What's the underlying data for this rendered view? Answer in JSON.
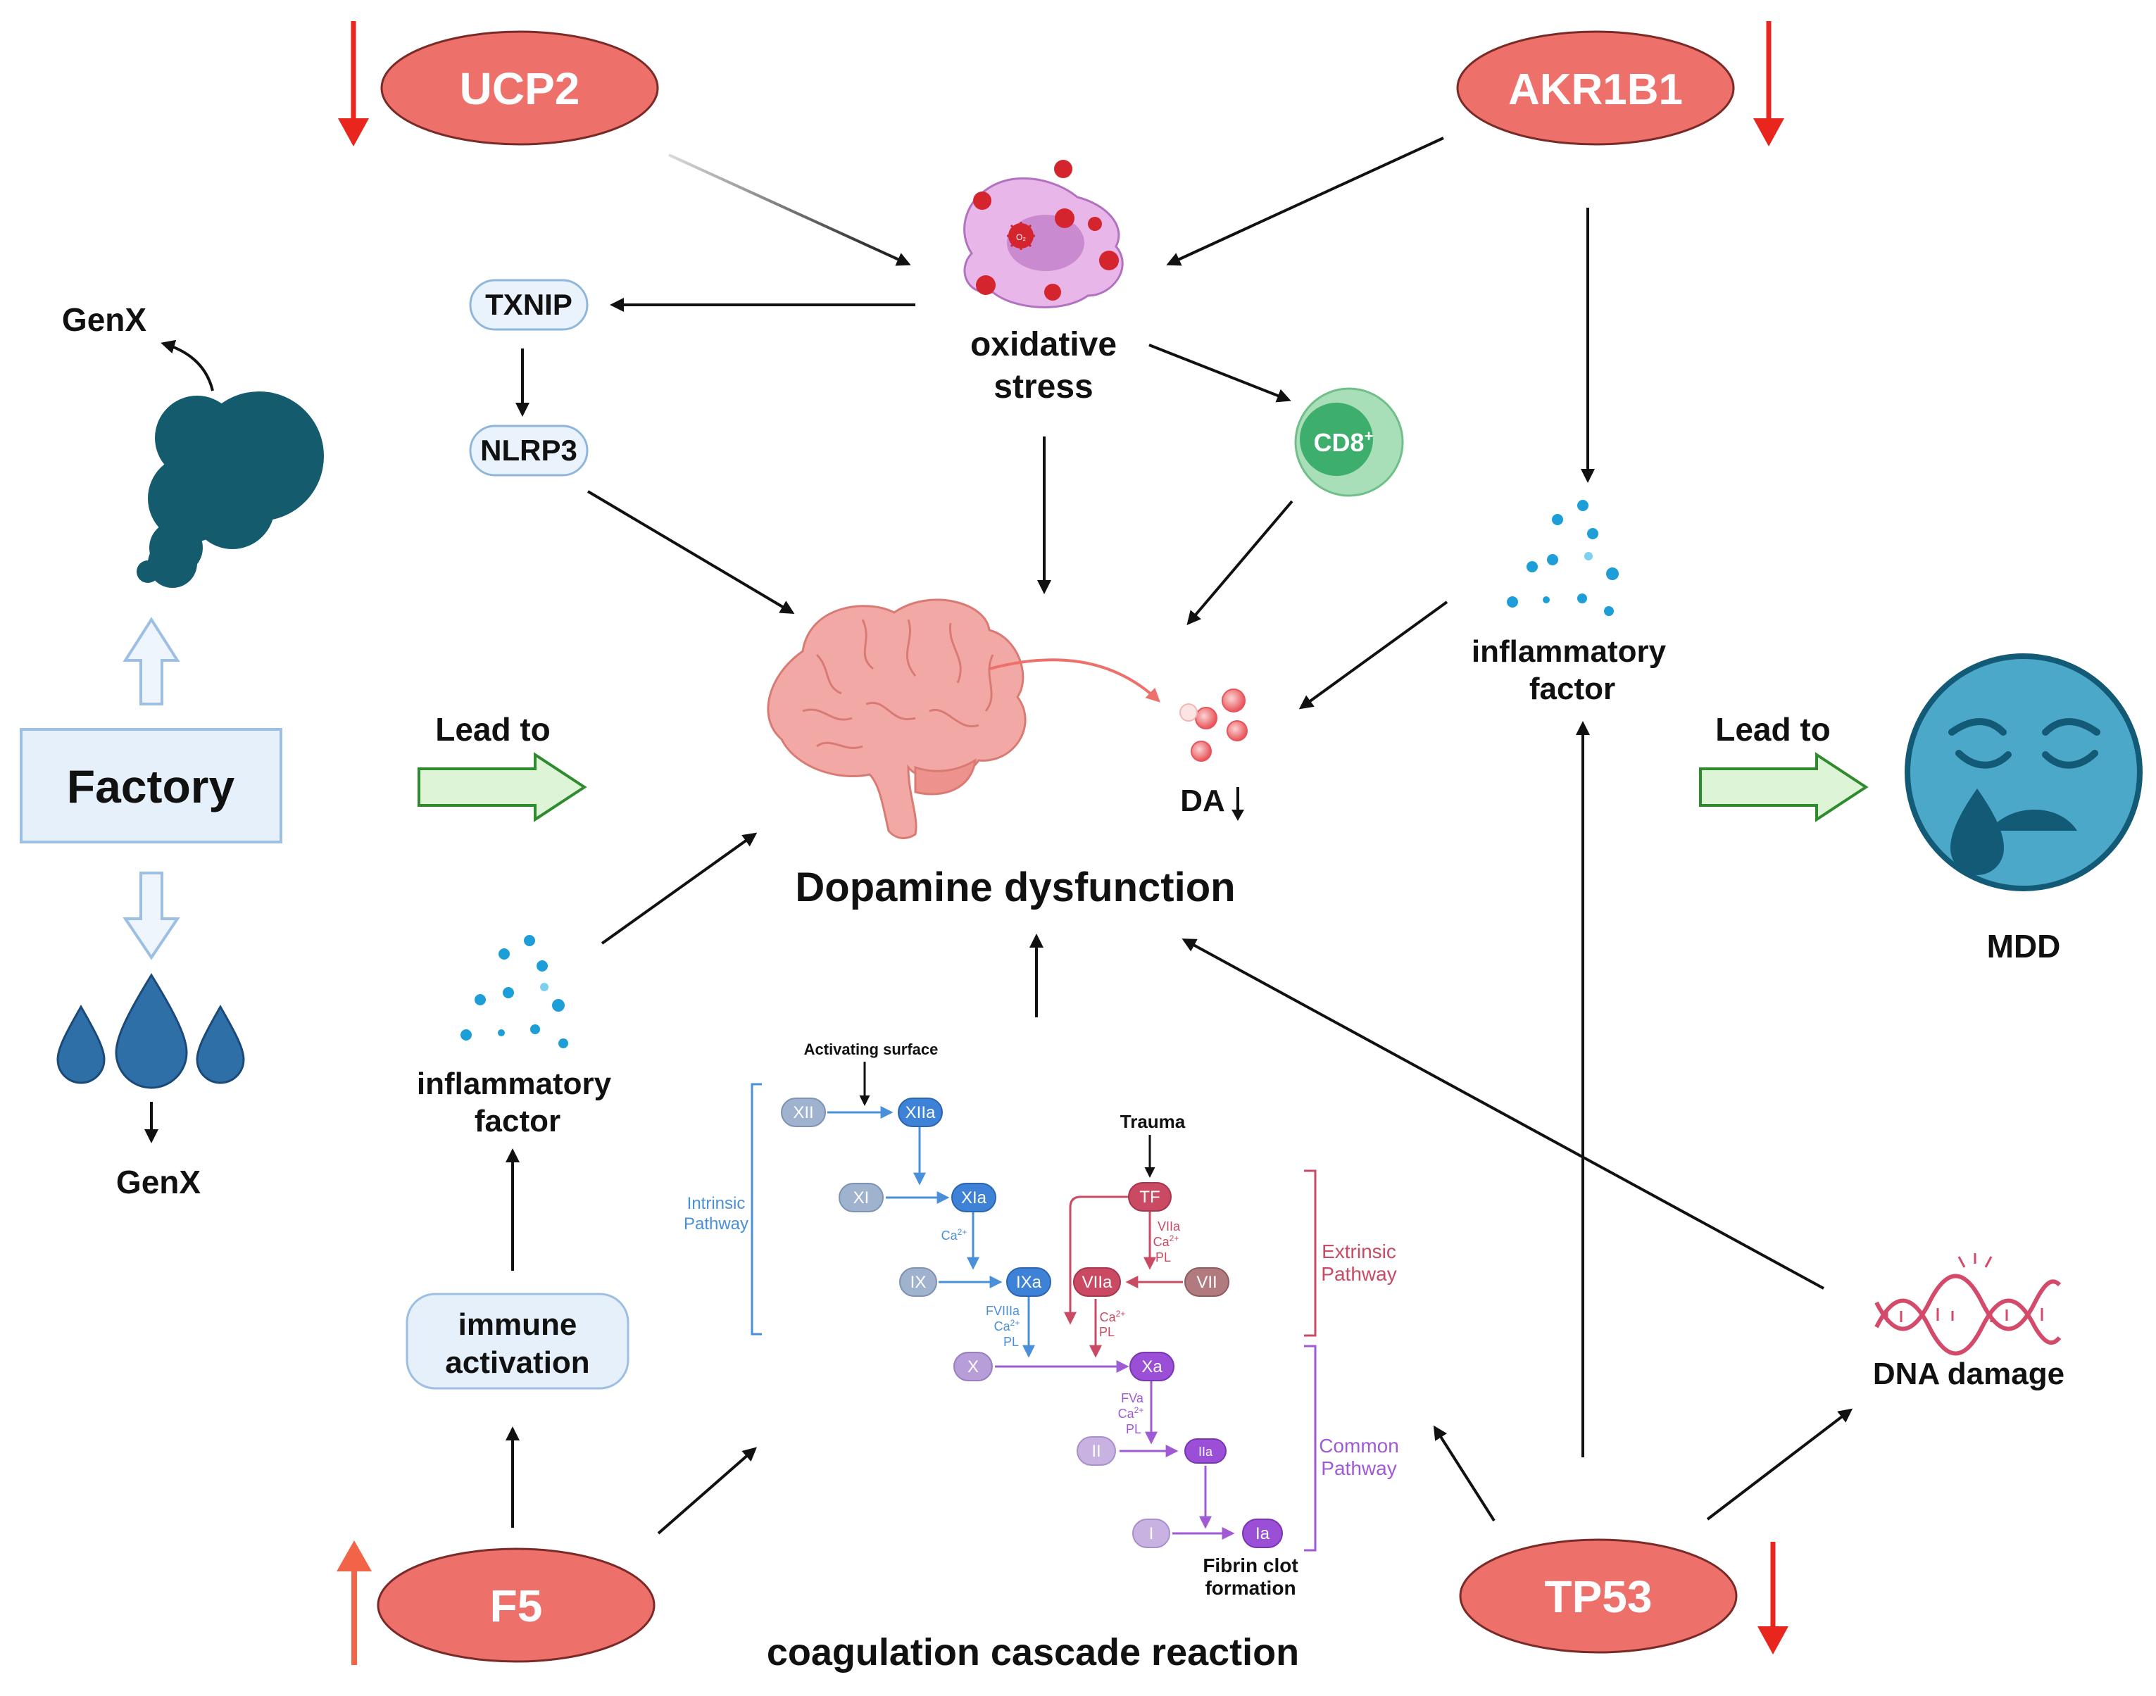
{
  "genes": {
    "ucp2": "UCP2",
    "akr1b1": "AKR1B1",
    "f5": "F5",
    "tp53": "TP53"
  },
  "factory": {
    "label": "Factory",
    "genx_air": "GenX",
    "genx_water": "GenX"
  },
  "lead_to_left": "Lead to",
  "lead_to_right": "Lead to",
  "proteins": {
    "txnip": "TXNIP",
    "nlrp3": "NLRP3"
  },
  "oxidative_stress": {
    "line1": "oxidative",
    "line2": "stress",
    "o2_label": "O₂"
  },
  "cd8": {
    "label": "CD8",
    "superscript": "+"
  },
  "inflammatory_right": {
    "line1": "inflammatory",
    "line2": "factor"
  },
  "inflammatory_left": {
    "line1": "inflammatory",
    "line2": "factor"
  },
  "immune_activation": {
    "line1": "immune",
    "line2": "activation"
  },
  "da_label": "DA",
  "dopamine_dysfunction": "Dopamine dysfunction",
  "mdd": "MDD",
  "dna_damage": "DNA damage",
  "coagulation": {
    "title": "coagulation cascade reaction",
    "activating_surface": "Activating surface",
    "trauma": "Trauma",
    "intrinsic_line1": "Intrinsic",
    "intrinsic_line2": "Pathway",
    "extrinsic_line1": "Extrinsic",
    "extrinsic_line2": "Pathway",
    "common_line1": "Common",
    "common_line2": "Pathway",
    "fibrin_line1": "Fibrin clot",
    "fibrin_line2": "formation",
    "factors": {
      "xii": "XII",
      "xiia": "XIIa",
      "xi": "XI",
      "xia": "XIa",
      "ix": "IX",
      "ixa": "IXa",
      "x": "X",
      "xa": "Xa",
      "ii": "II",
      "iia": "IIa",
      "i": "I",
      "ia": "Ia",
      "tf": "TF",
      "viia": "VIIa",
      "vii": "VII"
    },
    "cofactors": {
      "ca_ix_line1": "Ca",
      "ca_ix_sup": "2+",
      "fviiia_line1": "FVIIIa",
      "fviiia_line2": "Ca",
      "fviiia_sup": "2+",
      "fviiia_line3": "PL",
      "viia_line1": "VIIa",
      "viia_line2": "Ca",
      "viia_sup": "2+",
      "viia_line3": "PL",
      "ext_x_line1": "Ca",
      "ext_x_sup": "2+",
      "ext_x_line2": "PL",
      "fva_line1": "FVa",
      "fva_line2": "Ca",
      "fva_sup": "2+",
      "fva_line3": "PL"
    }
  },
  "colors": {
    "gene_fill": "#EE706B",
    "gene_down_arrow": "#E8261E",
    "gene_up_arrow": "#F26447",
    "factory_box": "#E6F0FA",
    "factory_border": "#9DBFE3",
    "green_arrow_fill": "#DDF5D6",
    "green_arrow_stroke": "#2E8B2E",
    "cloud": "#145B6E",
    "droplet": "#2E6FA8",
    "mdd_face": "#4BA8C8",
    "intrinsic": "#4A8FD9",
    "extrinsic": "#C94A62",
    "common": "#A05AD6",
    "brain": "#F2A9A5",
    "cd8_outer": "#8ED6A6",
    "cd8_inner": "#3DAE6B",
    "dna": "#D44A6A"
  }
}
